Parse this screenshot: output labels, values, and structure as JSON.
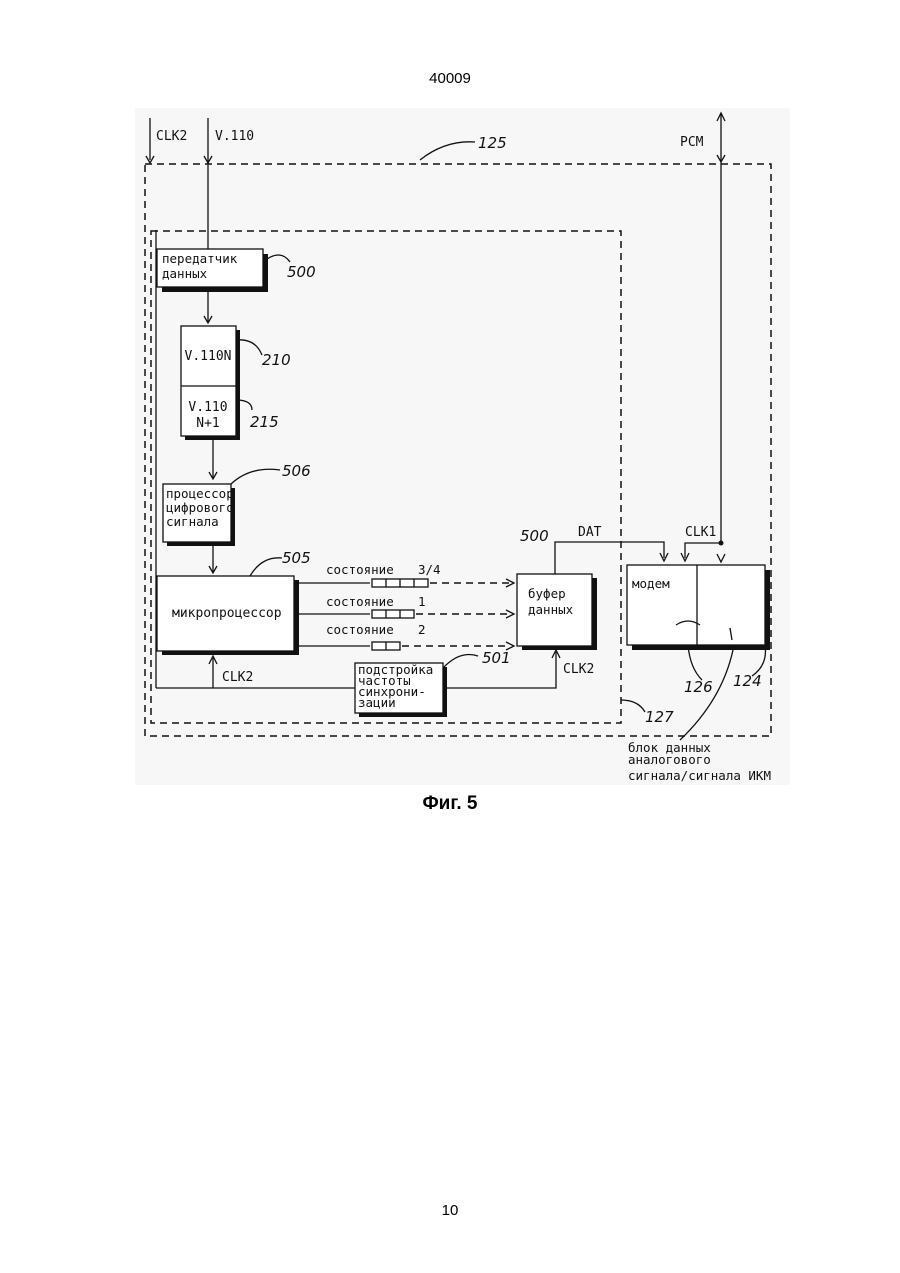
{
  "page": {
    "header": "40009",
    "caption": "Фиг. 5",
    "page_number": "10"
  },
  "signals": {
    "clk2_in": "CLK2",
    "v110_in": "V.110",
    "pcm": "PCM",
    "dat": "DAT",
    "clk1": "CLK1",
    "clk2_bottom": "CLK2",
    "clk2_right": "CLK2"
  },
  "blocks": {
    "transmitter": {
      "line1": "передатчик",
      "line2": "данных"
    },
    "v110n": {
      "label": "V.110N"
    },
    "v110n1": {
      "line1": "V.110",
      "line2": "N+1"
    },
    "dsp": {
      "line1": "процессор",
      "line2": "цифрового",
      "line3": "сигнала"
    },
    "microprocessor": {
      "label": "микропроцессор"
    },
    "buffer": {
      "line1": "буфер",
      "line2": "данных"
    },
    "clock_adjust": {
      "line1": "подстройка",
      "line2": "частоты",
      "line3": "синхрони-",
      "line4": "зации"
    },
    "modem": {
      "label": "модем"
    }
  },
  "states": [
    {
      "label": "состояние",
      "value": "3/4"
    },
    {
      "label": "состояние",
      "value": "1"
    },
    {
      "label": "состояние",
      "value": "2"
    }
  ],
  "refs": {
    "r125": "125",
    "r500a": "500",
    "r210": "210",
    "r215": "215",
    "r506": "506",
    "r505": "505",
    "r500b": "500",
    "r501": "501",
    "r127": "127",
    "r126": "126",
    "r124": "124"
  },
  "analog_block": {
    "line1": "блок данных",
    "line2": "аналогового",
    "line3": "сигнала/сигнала ИКМ"
  }
}
